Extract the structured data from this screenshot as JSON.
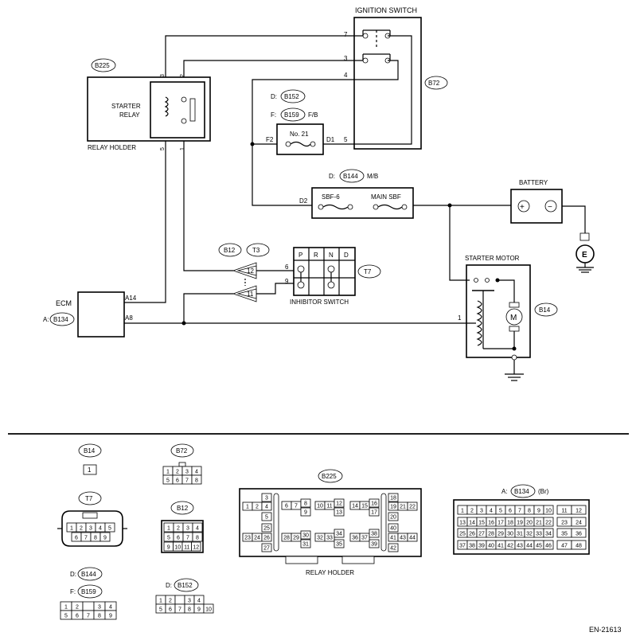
{
  "title_code": "EN-21613",
  "components": {
    "ignition_switch": {
      "label": "IGNITION SWITCH",
      "id": "B72",
      "pins": [
        "7",
        "3",
        "4",
        "5"
      ]
    },
    "relay_holder": {
      "label": "RELAY HOLDER",
      "id": "B225",
      "relay_label_1": "STARTER",
      "relay_label_2": "RELAY",
      "pins": [
        "3",
        "2",
        "5",
        "1"
      ]
    },
    "fuse_box": {
      "d_prefix": "D:",
      "d_id": "B152",
      "f_prefix": "F:",
      "f_id": "B159",
      "fb_label": "F/B",
      "fuse_label": "No. 21",
      "left_term": "F2",
      "right_term": "D1"
    },
    "main_box": {
      "prefix": "D:",
      "id": "B144",
      "mb_label": "M/B",
      "left_term": "D2",
      "sbf6": "SBF-6",
      "main_sbf": "MAIN SBF"
    },
    "battery": {
      "label": "BATTERY",
      "plus": "+",
      "minus": "−",
      "ground": "E"
    },
    "starter_motor": {
      "label": "STARTER MOTOR",
      "id": "B14",
      "motor": "M",
      "pin": "1"
    },
    "inhibitor_switch": {
      "label": "INHIBITOR SWITCH",
      "id": "T7",
      "headers": [
        "P",
        "R",
        "N",
        "D"
      ],
      "pins": [
        "6",
        "9"
      ]
    },
    "connectors_mid": {
      "b12": "B12",
      "t3": "T3",
      "pin12": "12",
      "pin11": "11"
    },
    "ecm": {
      "label": "ECM",
      "prefix": "A:",
      "id": "B134",
      "pin_a14": "A14",
      "pin_a8": "A8"
    }
  },
  "connector_views": {
    "b14": {
      "id": "B14",
      "pins": [
        "1"
      ]
    },
    "t7": {
      "id": "T7",
      "row1": [
        "1",
        "2",
        "3",
        "4",
        "5"
      ],
      "row2": [
        "6",
        "7",
        "8",
        "9"
      ]
    },
    "b144": {
      "prefix": "D:",
      "id": "B144"
    },
    "b159": {
      "prefix": "F:",
      "id": "B159",
      "row1": [
        "1",
        "2",
        "",
        "3",
        "4"
      ],
      "row2": [
        "5",
        "6",
        "7",
        "8",
        "9"
      ]
    },
    "b72": {
      "id": "B72",
      "row1": [
        "1",
        "2",
        "3",
        "4"
      ],
      "row2": [
        "5",
        "6",
        "7",
        "8"
      ]
    },
    "b12": {
      "id": "B12",
      "row1": [
        "1",
        "2",
        "3",
        "4"
      ],
      "row2": [
        "5",
        "6",
        "7",
        "8"
      ],
      "row3": [
        "9",
        "10",
        "11",
        "12"
      ]
    },
    "b152": {
      "prefix": "D:",
      "id": "B152",
      "row1": [
        "1",
        "2",
        "",
        "3",
        "4"
      ],
      "row2": [
        "5",
        "6",
        "7",
        "8",
        "9",
        "10"
      ]
    },
    "b225": {
      "id": "B225",
      "label": "RELAY HOLDER"
    },
    "b134": {
      "prefix": "A:",
      "id": "B134",
      "suffix": "(Br)"
    }
  }
}
